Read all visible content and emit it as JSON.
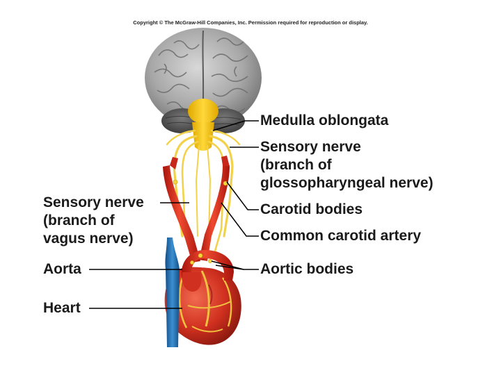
{
  "copyright": "Copyright © The McGraw-Hill Companies, Inc. Permission required for reproduction or display.",
  "labels": {
    "medulla": "Medulla oblongata",
    "glosso_line1": "Sensory nerve",
    "glosso_line2": "(branch of",
    "glosso_line3": "glossopharyngeal nerve)",
    "carotid_bodies": "Carotid bodies",
    "common_carotid": "Common carotid artery",
    "aortic_bodies": "Aortic bodies",
    "vagus_line1": "Sensory nerve",
    "vagus_line2": "(branch of",
    "vagus_line3": "vagus nerve)",
    "aorta": "Aorta",
    "heart": "Heart"
  },
  "colors": {
    "brain": "#9a9a9a",
    "brainstem": "#f2c200",
    "nerve": "#f5d640",
    "artery": "#d9261c",
    "vein": "#1f6fb2",
    "heart": "#d93a2a",
    "fat": "#f0c040",
    "leader_line": "#000000"
  }
}
